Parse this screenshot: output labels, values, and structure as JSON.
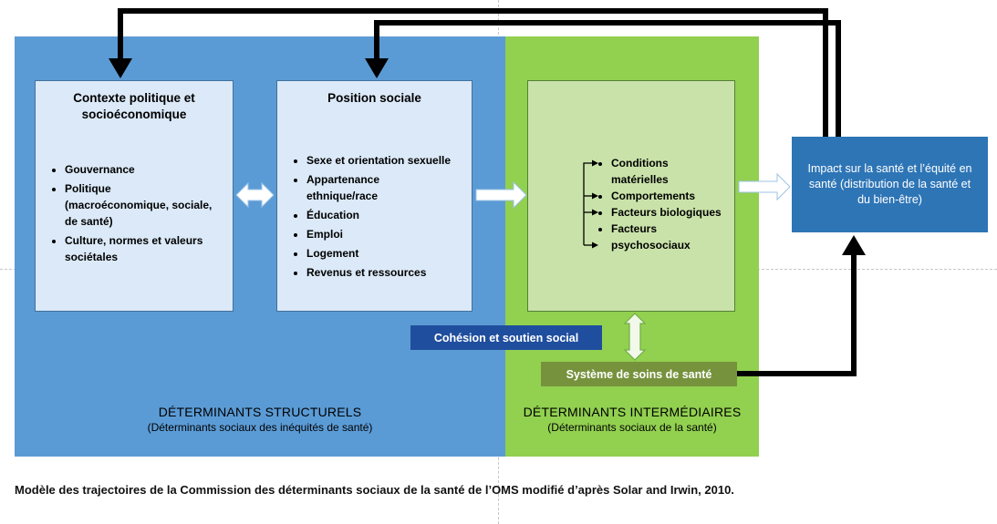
{
  "structural": {
    "label": "DÉTERMINANTS STRUCTURELS",
    "sublabel": "(Déterminants sociaux des inéquités de santé)",
    "context_box": {
      "title": "Contexte politique et socioéconomique",
      "items": [
        "Gouvernance",
        "Politique (macroéconomique, sociale, de santé)",
        "Culture, normes et valeurs sociétales"
      ]
    },
    "position_box": {
      "title": "Position sociale",
      "items": [
        "Sexe et orientation sexuelle",
        "Appartenance ethnique/race",
        "Éducation",
        "Emploi",
        "Logement",
        "Revenus et ressources"
      ]
    }
  },
  "intermediary": {
    "label": "DÉTERMINANTS INTERMÉDIAIRES",
    "sublabel": "(Déterminants sociaux de la santé)",
    "factors_box": {
      "items": [
        "Conditions matérielles",
        "Comportements",
        "Facteurs biologiques",
        "Facteurs psychosociaux"
      ]
    },
    "cohesion_box": "Cohésion et soutien social",
    "system_box": "Système de soins de santé"
  },
  "impact_box": "Impact sur la santé et l’équité en santé (distribution de la santé et du bien-être)",
  "caption": "Modèle des trajectoires de la Commission des déterminants sociaux de la santé de l’OMS modifié d’après Solar and Irwin, 2010.",
  "colors": {
    "structural_bg": "#5b9bd5",
    "inner_blue_bg": "#dbe9f8",
    "inner_blue_border": "#41719c",
    "intermediary_bg": "#92d050",
    "inner_green_bg": "#c9e2a9",
    "inner_green_border": "#538135",
    "cohesion_bg": "#1f4e9e",
    "system_bg": "#76923c",
    "impact_bg": "#2e75b6",
    "arrow_black": "#000000",
    "arrow_white": "#ffffff"
  }
}
